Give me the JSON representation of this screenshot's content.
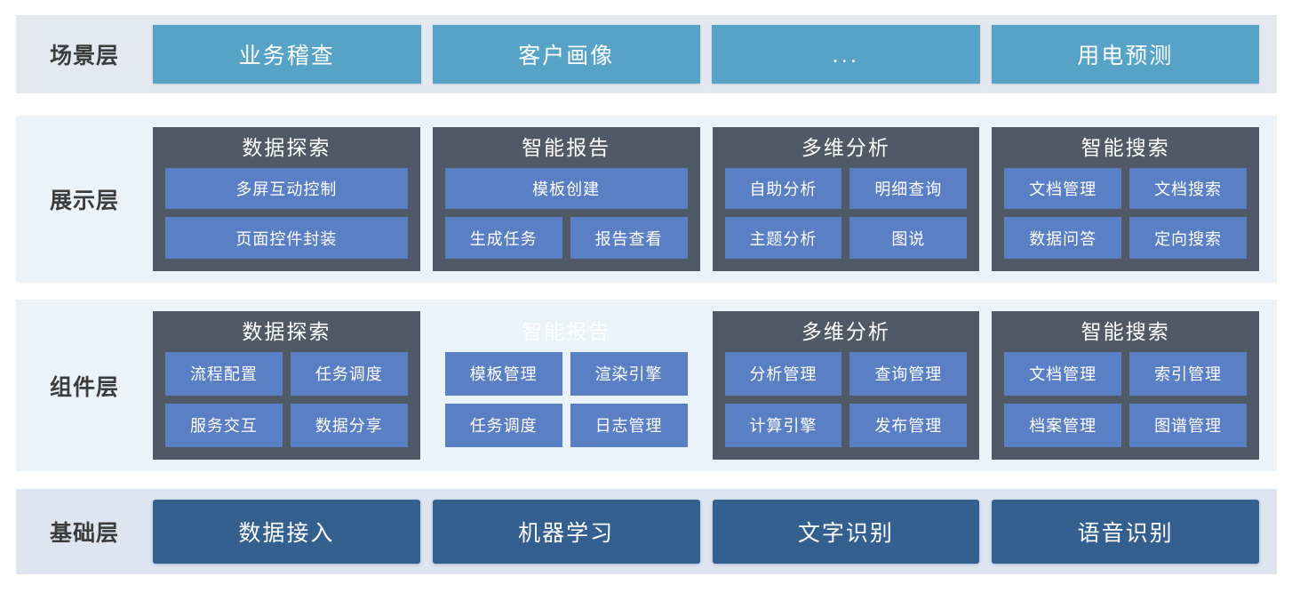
{
  "colors": {
    "band_scene_bg": "#e4e8f1",
    "band_display_bg": "#eaf2fa",
    "band_component_bg": "#eaf2fa",
    "band_base_bg": "#dde5f1",
    "scene_tile": "#56a3c7",
    "base_tile": "#34608f",
    "panel_bg": "#505a66",
    "chip_bg": "#5b7fc4",
    "label_text": "#3c3c3c",
    "tile_text": "#ffffff"
  },
  "layers": {
    "scene": {
      "label": "场景层",
      "tiles": [
        {
          "label": "业务稽查"
        },
        {
          "label": "客户画像"
        },
        {
          "label": "..."
        },
        {
          "label": "用电预测"
        }
      ]
    },
    "display": {
      "label": "展示层",
      "panels": [
        {
          "title": "数据探索",
          "rows": [
            [
              {
                "label": "多屏互动控制"
              }
            ],
            [
              {
                "label": "页面控件封装"
              }
            ]
          ]
        },
        {
          "title": "智能报告",
          "rows": [
            [
              {
                "label": "模板创建"
              }
            ],
            [
              {
                "label": "生成任务"
              },
              {
                "label": "报告查看"
              }
            ]
          ]
        },
        {
          "title": "多维分析",
          "rows": [
            [
              {
                "label": "自助分析"
              },
              {
                "label": "明细查询"
              }
            ],
            [
              {
                "label": "主题分析"
              },
              {
                "label": "图说"
              }
            ]
          ]
        },
        {
          "title": "智能搜索",
          "rows": [
            [
              {
                "label": "文档管理"
              },
              {
                "label": "文档搜索"
              }
            ],
            [
              {
                "label": "数据问答"
              },
              {
                "label": "定向搜索"
              }
            ]
          ]
        }
      ]
    },
    "component": {
      "label": "组件层",
      "panels": [
        {
          "title": "数据探索",
          "rows": [
            [
              {
                "label": "流程配置"
              },
              {
                "label": "任务调度"
              }
            ],
            [
              {
                "label": "服务交互"
              },
              {
                "label": "数据分享"
              }
            ]
          ]
        },
        {
          "title": "智能报告",
          "rows": [
            [
              {
                "label": "模板管理"
              },
              {
                "label": "渲染引擎"
              }
            ],
            [
              {
                "label": "任务调度"
              },
              {
                "label": "日志管理"
              }
            ]
          ]
        },
        {
          "title": "多维分析",
          "rows": [
            [
              {
                "label": "分析管理"
              },
              {
                "label": "查询管理"
              }
            ],
            [
              {
                "label": "计算引擎"
              },
              {
                "label": "发布管理"
              }
            ]
          ]
        },
        {
          "title": "智能搜索",
          "rows": [
            [
              {
                "label": "文档管理"
              },
              {
                "label": "索引管理"
              }
            ],
            [
              {
                "label": "档案管理"
              },
              {
                "label": "图谱管理"
              }
            ]
          ]
        }
      ]
    },
    "base": {
      "label": "基础层",
      "tiles": [
        {
          "label": "数据接入"
        },
        {
          "label": "机器学习"
        },
        {
          "label": "文字识别"
        },
        {
          "label": "语音识别"
        }
      ]
    }
  }
}
